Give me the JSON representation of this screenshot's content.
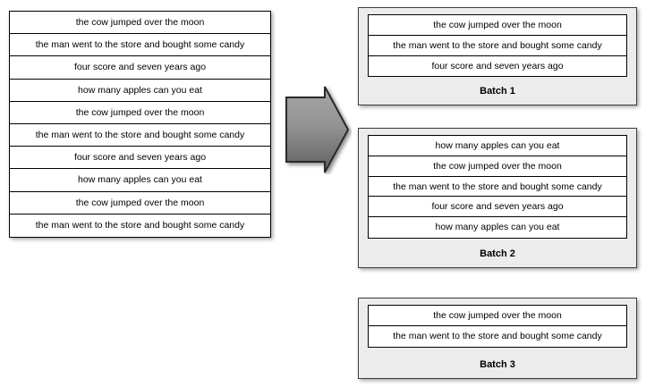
{
  "colors": {
    "panel_background": "#ececec",
    "panel_border": "#3c3c3c",
    "row_background": "#ffffff",
    "row_border": "#000000",
    "text": "#000000",
    "arrow_light": "#9e9e9e",
    "arrow_dark": "#646464",
    "arrow_outline": "#2b2b2b",
    "canvas": "#ffffff"
  },
  "sentences": {
    "cow": "the cow jumped over the moon",
    "man": "the man went to the store and bought some candy",
    "four_score": "four score and seven years ago",
    "apples": "how many apples can you eat"
  },
  "source_list": {
    "name": "input-sentence-list",
    "rows": [
      "the cow jumped over the moon",
      "the man went to the store and bought some candy",
      "four score and seven years ago",
      "how many apples can you eat",
      "the cow jumped over the moon",
      "the man went to the store and bought some candy",
      "four score and seven years ago",
      "how many apples can you eat",
      "the cow jumped over the moon",
      "the man went to the store and bought some candy"
    ]
  },
  "arrow": {
    "icon": "right-block-arrow-icon",
    "direction": "right"
  },
  "batches": [
    {
      "label": "Batch 1",
      "rows": [
        "the cow jumped over the moon",
        "the man went to the store and bought some candy",
        "four score and seven years ago"
      ]
    },
    {
      "label": "Batch 2",
      "rows": [
        "how many apples can you eat",
        "the cow jumped over the moon",
        "the man went to the store and bought some candy",
        "four score and seven years ago",
        "how many apples can you eat"
      ]
    },
    {
      "label": "Batch 3",
      "rows": [
        "the cow jumped over the moon",
        "the man went to the store and bought some candy"
      ]
    }
  ]
}
